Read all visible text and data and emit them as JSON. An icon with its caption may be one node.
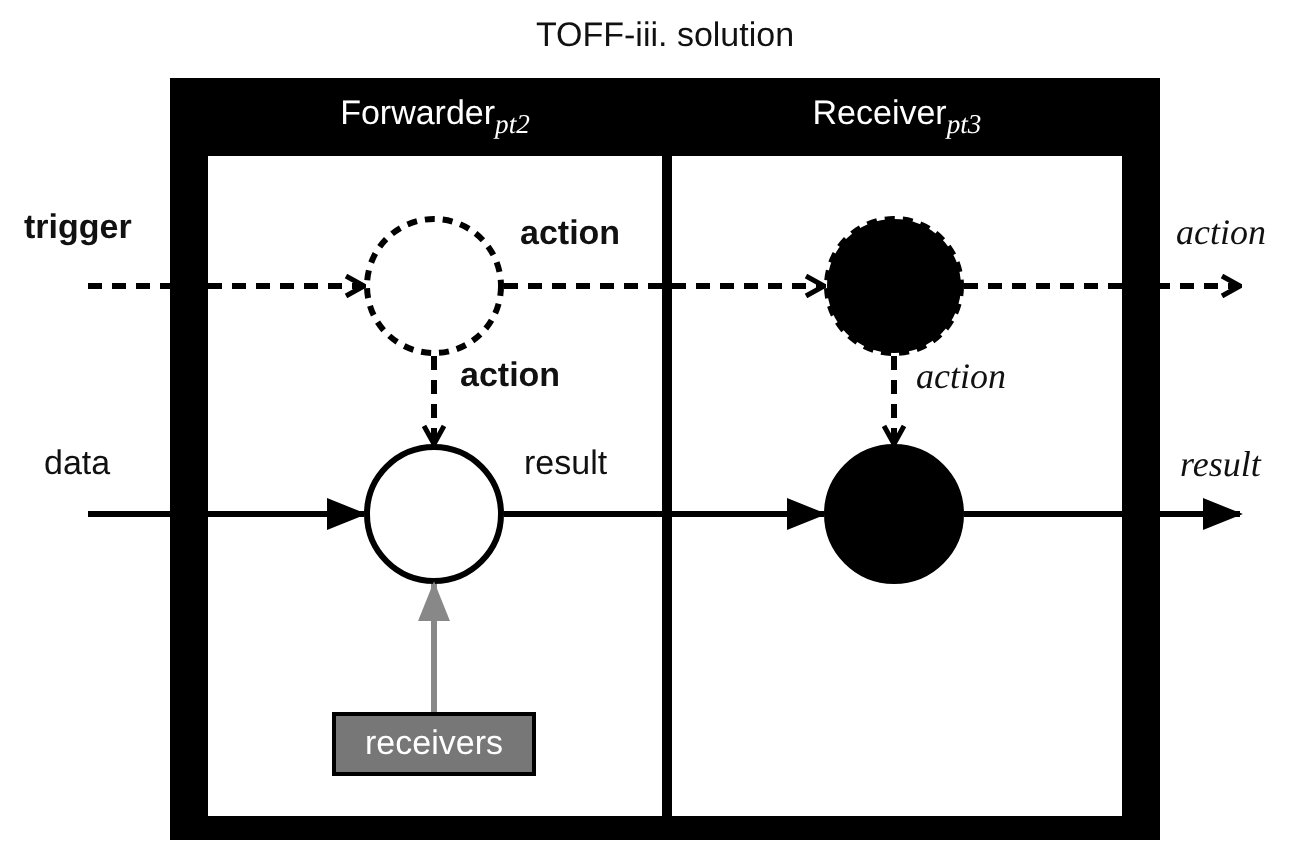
{
  "diagram": {
    "title": "TOFF-iii. solution",
    "nodes": [
      {
        "text": [],
        "shape": "box"
      },
      {
        "text": [
          "Forwarder$_{pt2}$"
        ],
        "in": 0
      },
      {
        "text": [
          "Receiver$_{pt3}$"
        ],
        "in": 0
      },
      {
        "text": [],
        "shape": "circle",
        "in": 1
      },
      {
        "text": [],
        "shape": "circle",
        "in": 1
      },
      {
        "text": [
          "receivers"
        ],
        "in": 1
      },
      {
        "text": [],
        "shape": "circle",
        "in": 2
      },
      {
        "text": [],
        "shape": "circle",
        "in": 2
      }
    ],
    "edges": [
      {
        "from": null,
        "to": 3,
        "arrow": "to",
        "label": "trigger",
        "style": "dashed"
      },
      {
        "from": 3,
        "to": 6,
        "arrow": "to",
        "label": "action",
        "style": "dashed"
      },
      {
        "from": 6,
        "to": null,
        "arrow": "to",
        "label": "action",
        "style": "dashed"
      },
      {
        "from": 3,
        "to": 4,
        "arrow": "to",
        "label": "action",
        "style": "dashed"
      },
      {
        "from": 6,
        "to": 7,
        "arrow": "to",
        "label": "action",
        "style": "dashed"
      },
      {
        "from": null,
        "to": 4,
        "arrow": "to",
        "label": "data"
      },
      {
        "from": 4,
        "to": 7,
        "arrow": "to",
        "label": "result"
      },
      {
        "from": 7,
        "to": null,
        "arrow": "to",
        "label": "result"
      },
      {
        "from": 5,
        "to": 4,
        "arrow": "to",
        "color": "#888888"
      }
    ]
  }
}
